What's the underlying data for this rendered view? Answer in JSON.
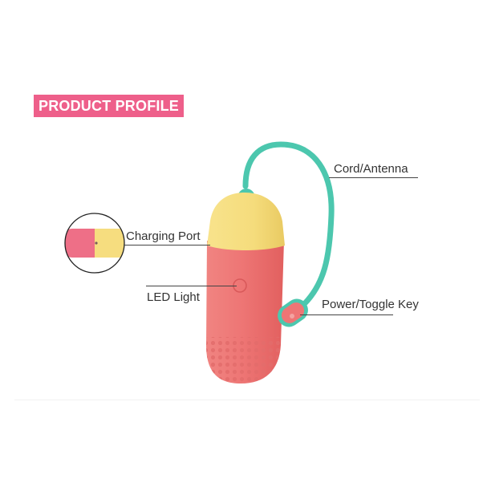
{
  "header": {
    "title": "PRODUCT PROFILE"
  },
  "callouts": {
    "cord": "Cord/Antenna",
    "charging": "Charging Port",
    "led": "LED Light",
    "power": "Power/Toggle Key"
  },
  "colors": {
    "badge": "#ee5f8a",
    "body": "#ee7675",
    "cap": "#f5dc7c",
    "cord": "#4cc7ae",
    "remote": "#ee7575"
  }
}
